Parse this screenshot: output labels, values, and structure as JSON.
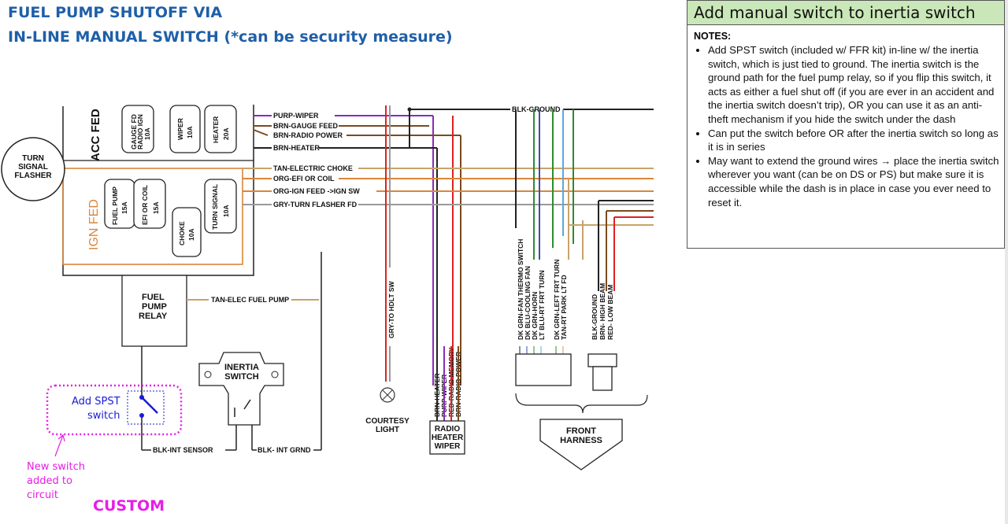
{
  "header": {
    "title_line1": "FUEL PUMP SHUTOFF VIA",
    "title_line2": "IN-LINE MANUAL SWITCH (*can be security measure)"
  },
  "panel": {
    "heading": "Add manual switch to inertia switch",
    "notes_label": "NOTES:",
    "notes": [
      "Add SPST switch (included w/ FFR kit) in-line w/ the inertia switch, which is just tied to ground.  The inertia switch is the ground path for the fuel pump relay, so if you flip this switch, it acts as either a fuel shut off (if you are ever in an accident and the inertia switch doesn’t trip), OR you can use it as an anti-theft mechanism if you hide the switch under the dash",
      "Can put the switch before OR after the inertia switch so long as it is in series",
      "May want to extend the ground wires → place the inertia switch wherever you want (can be on DS or PS) but make sure it is accessible while the dash is in place in case you ever need to reset it."
    ]
  },
  "fuse_box": {
    "acc_fed": "ACC FED",
    "ign_fed": "IGN FED",
    "fuses": {
      "gauge": [
        "GAUGE FD",
        "RADIO IGN",
        "10A"
      ],
      "wiper": [
        "WIPER",
        "10A"
      ],
      "heater": [
        "HEATER",
        "20A"
      ],
      "fuel_pump": [
        "FUEL PUMP",
        "15A"
      ],
      "efi": [
        "EFI OR COIL",
        "15A"
      ],
      "choke": [
        "CHOKE",
        "10A"
      ],
      "turn": [
        "TURN SIGNAL",
        "10A"
      ]
    }
  },
  "components": {
    "turn_flasher": [
      "TURN",
      "SIGNAL",
      "FLASHER"
    ],
    "fuel_relay": [
      "FUEL",
      "PUMP",
      "RELAY"
    ],
    "inertia": [
      "INERTIA",
      "SWITCH"
    ],
    "courtesy": [
      "COURTESY",
      "LIGHT"
    ],
    "radio_box": [
      "RADIO",
      "HEATER",
      "WIPER"
    ],
    "front_harness": [
      "FRONT",
      "HARNESS"
    ]
  },
  "wires": {
    "purp_wiper": "PURP-WIPER",
    "brn_gauge": "BRN-GAUGE FEED",
    "brn_radio": "BRN-RADIO POWER",
    "brn_heater": "BRN-HEATER",
    "tan_choke": "TAN-ELECTRIC CHOKE",
    "org_efi": "ORG-EFI OR COIL",
    "org_ign": "ORG-IGN FEED ->IGN SW",
    "gry_turn": "GRY-TURN FLASHER FD",
    "tan_fuel": "TAN-ELEC FUEL PUMP",
    "blk_ground": "BLK-GROUND",
    "gry_hdlt": "GRY-TO HDLT SW",
    "blk_sensor": "BLK-INT SENSOR",
    "blk_grnd": "BLK- INT GRND",
    "radio_set": [
      "BRN-HEATER",
      "PURP-WIPER",
      "RED-RADIO MEMORY",
      "BRN-RADIO POWER"
    ],
    "harness_set": [
      "DK GRN-FAN THERMO SWITCH",
      "DK BLU-COOLING FAN",
      "DK GRN-HORN",
      "LT BLU-RT FRT TURN",
      "DK GRN-LEFT FRT TURN",
      "TAN-RT PARK LT FD"
    ],
    "beam_set": [
      "BLK-GROUND",
      "BRN- HIGH BEAM",
      "RED- LOW BEAM"
    ]
  },
  "annotations": {
    "spst": [
      "Add SPST",
      "switch"
    ],
    "new_switch": [
      "New switch",
      "added to",
      "circuit"
    ],
    "custom": "CUSTOM"
  }
}
